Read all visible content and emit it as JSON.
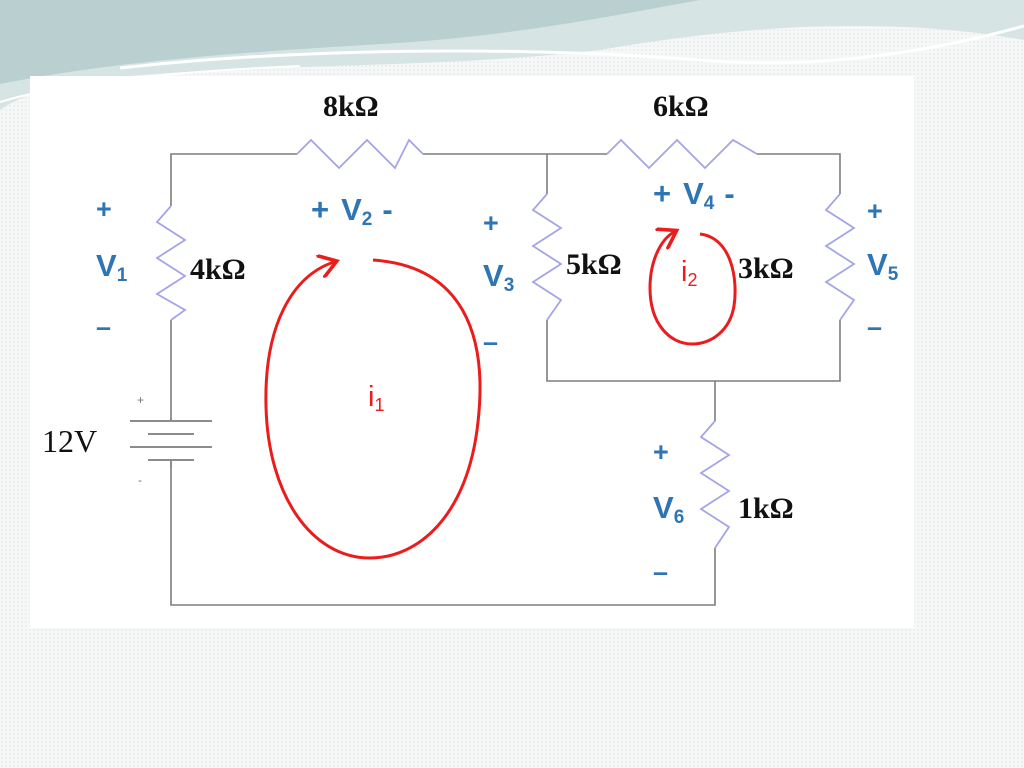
{
  "resistors": {
    "r_8k": "8kΩ",
    "r_6k": "6kΩ",
    "r_4k": "4kΩ",
    "r_5k": "5kΩ",
    "r_3k": "3kΩ",
    "r_1k": "1kΩ"
  },
  "source": {
    "label": "12V",
    "plus": "+",
    "minus": "-"
  },
  "voltages": {
    "v1": {
      "letter": "V",
      "sub": "1",
      "plus": "+",
      "minus": "–"
    },
    "v2": {
      "letter": "V",
      "sub": "2",
      "plus": "+",
      "minus": "-"
    },
    "v3": {
      "letter": "V",
      "sub": "3",
      "plus": "+",
      "minus": "–"
    },
    "v4": {
      "letter": "V",
      "sub": "4",
      "plus": "+",
      "minus": "-"
    },
    "v5": {
      "letter": "V",
      "sub": "5",
      "plus": "+",
      "minus": "–"
    },
    "v6": {
      "letter": "V",
      "sub": "6",
      "plus": "+",
      "minus": "–"
    }
  },
  "currents": {
    "i1": {
      "letter": "i",
      "sub": "1"
    },
    "i2": {
      "letter": "i",
      "sub": "2"
    }
  },
  "colors": {
    "wire": "#7d7d7d",
    "resistor": "#a4a4e6",
    "voltage_label": "#2e75b6",
    "current_loop": "#ea1c1c"
  }
}
